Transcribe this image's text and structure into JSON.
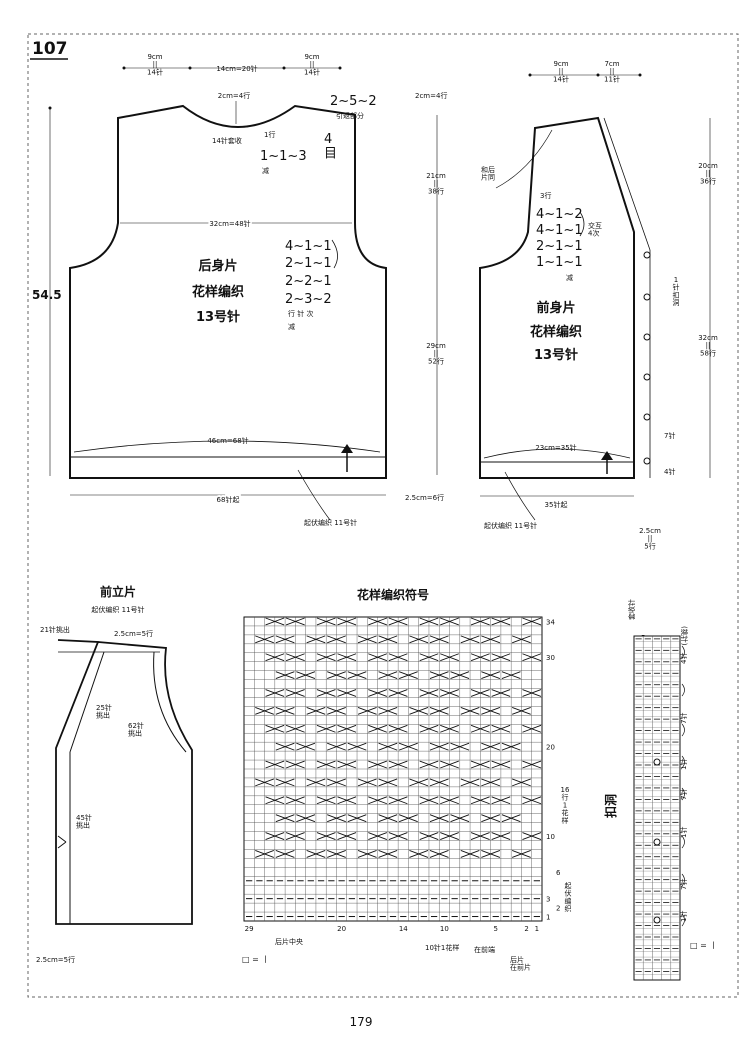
{
  "header": {
    "figure_number": "107",
    "page_number": "179"
  },
  "back": {
    "title_lines": [
      "后身片",
      "花样编织",
      "13号针"
    ],
    "shoulder_left": "9cm\n||\n14针",
    "neck_width": "14cm=20针",
    "shoulder_right": "9cm\n||\n14针",
    "neck_depth": "2cm=4行",
    "bind_off": "14针套收",
    "row1_label": "1行",
    "neck_dec": "1~1~3",
    "dec_label": "减",
    "shoulder_shaping": "2~5~2",
    "short_row": "引返部分",
    "shoulder_rows": "4\n目",
    "chest_width": "32cm=48针",
    "armhole_dec": [
      "4~1~1",
      "2~1~1",
      "2~2~1",
      "2~3~2"
    ],
    "armhole_cols": "行 针 次",
    "armhole_dec_label": "减",
    "height": "54.5",
    "hem_width": "46cm=68针",
    "cast_on": "68针起",
    "rib_label": "起伏编织  11号针"
  },
  "middle": {
    "top": "2cm=4行",
    "armhole": "21cm\n||\n38行",
    "body": "29cm\n||\n52行",
    "hem": "2.5cm=6行"
  },
  "front": {
    "title_lines": [
      "前身片",
      "花样编织",
      "13号针"
    ],
    "shoulder": "9cm\n||\n14针",
    "neck": "7cm\n||\n11针",
    "join_label": "和后\n片同",
    "rows3": "3行",
    "neck_dec": [
      "4~1~2",
      "4~1~1",
      "2~1~1",
      "1~1~1"
    ],
    "alt_label": "交互\n4次",
    "dec_label": "减",
    "armhole_height": "20cm\n||\n36行",
    "buttonhole": "1\n针\n扣\n洞",
    "body_height": "32cm\n||\n58行",
    "rib_7": "7针",
    "rib_4": "4针",
    "hem_width": "23cm=35针",
    "cast_on": "35针起",
    "rib_label": "起伏编织  11号针",
    "hem_height": "2.5cm\n||\n5行"
  },
  "placket": {
    "title": "前立片",
    "subtitle": "起伏编织  11号针",
    "pick21": "21针挑出",
    "top_height": "2.5cm=5行",
    "pick25": "25针\n挑出",
    "pick62": "62针\n挑出",
    "pick45": "45针\n挑出",
    "bottom_height": "2.5cm=5行"
  },
  "chart": {
    "title": "花样编织符号",
    "row_labels": [
      "34",
      "30",
      "20",
      "10",
      "3",
      "1",
      "6",
      "2"
    ],
    "stitch_labels": [
      "29",
      "20",
      "14",
      "10",
      "5",
      "2",
      "1"
    ],
    "repeat_rows": "16\n行\n1\n花\n样",
    "rib_rows": "起\n伏\n编\n织",
    "center_label": "后片中央",
    "repeat_label": "10针1花样",
    "front_edge": "在前端",
    "back_label": "后片\n在前片",
    "legend": "□ = 丨"
  },
  "buttonhole": {
    "title": "扣洞",
    "bind_off": "套收针",
    "count5": "5",
    "pick": "(挑针)",
    "gaps": [
      "4针",
      "7针",
      "1针",
      "7针",
      "1针",
      "7针",
      "1针"
    ],
    "legend": "□ = 丨"
  }
}
